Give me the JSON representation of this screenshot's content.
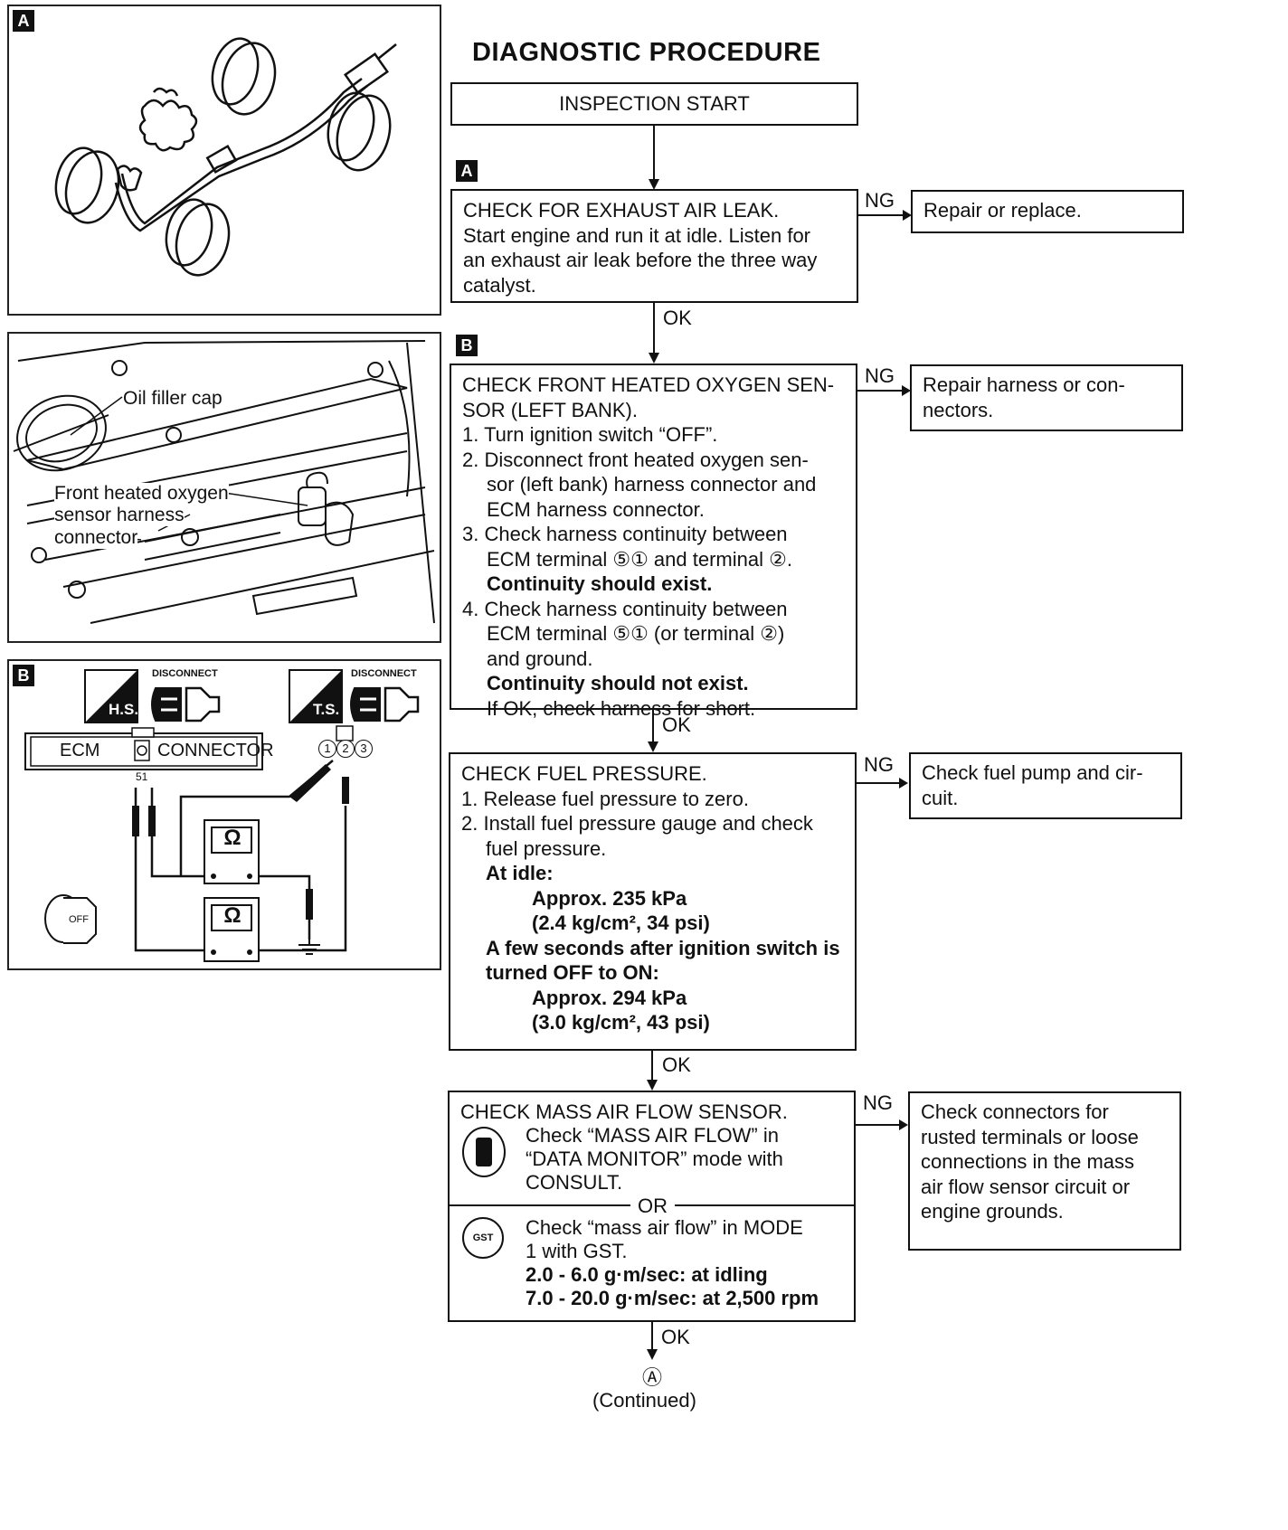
{
  "title": "DIAGNOSTIC PROCEDURE",
  "panels": {
    "a_tag": "A",
    "b_tag": "B",
    "engine_labels": {
      "oil_filler_cap": "Oil filler cap",
      "sensor_line1": "Front heated oxygen",
      "sensor_line2": "sensor harness",
      "sensor_line3": "connector"
    },
    "circuit": {
      "hs_label": "H.S.",
      "ts_label": "T.S.",
      "disconnect1": "DISCONNECT",
      "disconnect2": "DISCONNECT",
      "ecm": "ECM",
      "connector": "CONNECTOR",
      "terminal_51": "51",
      "pins": [
        "1",
        "2",
        "3"
      ],
      "ohm1": "Ω",
      "ohm2": "Ω",
      "key": "OFF"
    }
  },
  "flow": {
    "start": "INSPECTION START",
    "step_a_tag": "A",
    "step_b_tag": "B",
    "step1": {
      "lines": [
        "CHECK FOR EXHAUST AIR LEAK.",
        "Start engine and run it at idle. Listen for",
        "an exhaust air leak before the three way",
        "catalyst."
      ],
      "ng": "NG",
      "ng_action": "Repair or replace.",
      "ok": "OK"
    },
    "step2": {
      "l1": "CHECK FRONT HEATED OXYGEN SEN-",
      "l2": "SOR (LEFT BANK).",
      "l3": "1. Turn ignition switch “OFF”.",
      "l4": "2. Disconnect front heated oxygen sen-",
      "l5": "sor (left bank) harness connector and",
      "l6": "ECM harness connector.",
      "l7": "3. Check harness continuity between",
      "l8": "ECM terminal ⑤① and terminal ②.",
      "l9": "Continuity should exist.",
      "l10": "4. Check harness continuity between",
      "l11": "ECM terminal ⑤① (or terminal ②)",
      "l12": "and ground.",
      "l13": "Continuity should not exist.",
      "l14": "If OK, check harness for short.",
      "ng": "NG",
      "ng_action_l1": "Repair harness or con-",
      "ng_action_l2": "nectors.",
      "ok": "OK"
    },
    "step3": {
      "l1": "CHECK FUEL PRESSURE.",
      "l2": "1. Release fuel pressure to zero.",
      "l3": "2. Install fuel pressure gauge and check",
      "l4": "fuel pressure.",
      "l5": "At idle:",
      "l6": "Approx. 235 kPa",
      "l7": "(2.4 kg/cm², 34 psi)",
      "l8": "A few seconds after ignition switch is",
      "l9": "turned OFF to ON:",
      "l10": "Approx. 294 kPa",
      "l11": "(3.0 kg/cm², 43 psi)",
      "ng": "NG",
      "ng_action_l1": "Check fuel pump and cir-",
      "ng_action_l2": "cuit.",
      "ok": "OK"
    },
    "step4": {
      "l1": "CHECK MASS AIR FLOW SENSOR.",
      "l2": "Check “MASS AIR FLOW” in",
      "l3": "“DATA MONITOR” mode with",
      "l4": "CONSULT.",
      "or": "OR",
      "l5": "Check “mass air flow” in MODE",
      "l6": "1 with GST.",
      "l7": "2.0 - 6.0 g·m/sec: at idling",
      "l8": "7.0 - 20.0 g·m/sec: at 2,500 rpm",
      "gst_label": "GST",
      "ng": "NG",
      "ng_action": [
        "Check connectors for",
        "rusted terminals or loose",
        "connections in the mass",
        "air flow sensor circuit or",
        "engine grounds."
      ],
      "ok": "OK"
    },
    "continued_marker": "Ⓐ",
    "continued": "(Continued)"
  }
}
